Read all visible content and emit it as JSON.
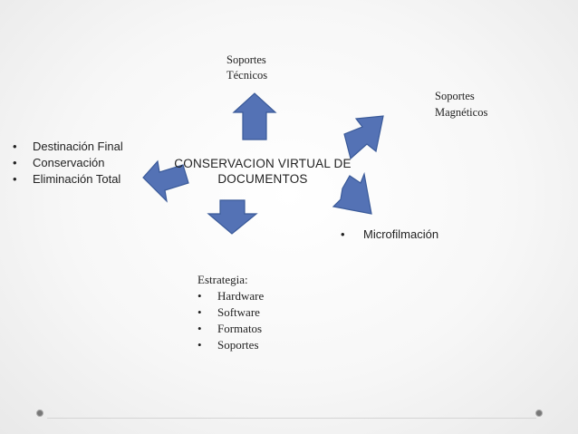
{
  "center": {
    "line1": "CONSERVACION VIRTUAL DE",
    "line2": "DOCUMENTOS"
  },
  "top": {
    "line1": "Soportes",
    "line2": "Técnicos"
  },
  "top_right": {
    "line1": "Soportes",
    "line2": "Magnéticos"
  },
  "left_list": [
    "Destinación Final",
    "Conservación",
    "Eliminación Total"
  ],
  "right_list": [
    "Microfilmación"
  ],
  "bottom": {
    "heading": "Estrategia:",
    "items": [
      "Hardware",
      "Software",
      "Formatos",
      "Soportes"
    ]
  },
  "bullet": "•",
  "colors": {
    "arrow_fill": "#5472b5",
    "arrow_stroke": "#3a5a99"
  }
}
